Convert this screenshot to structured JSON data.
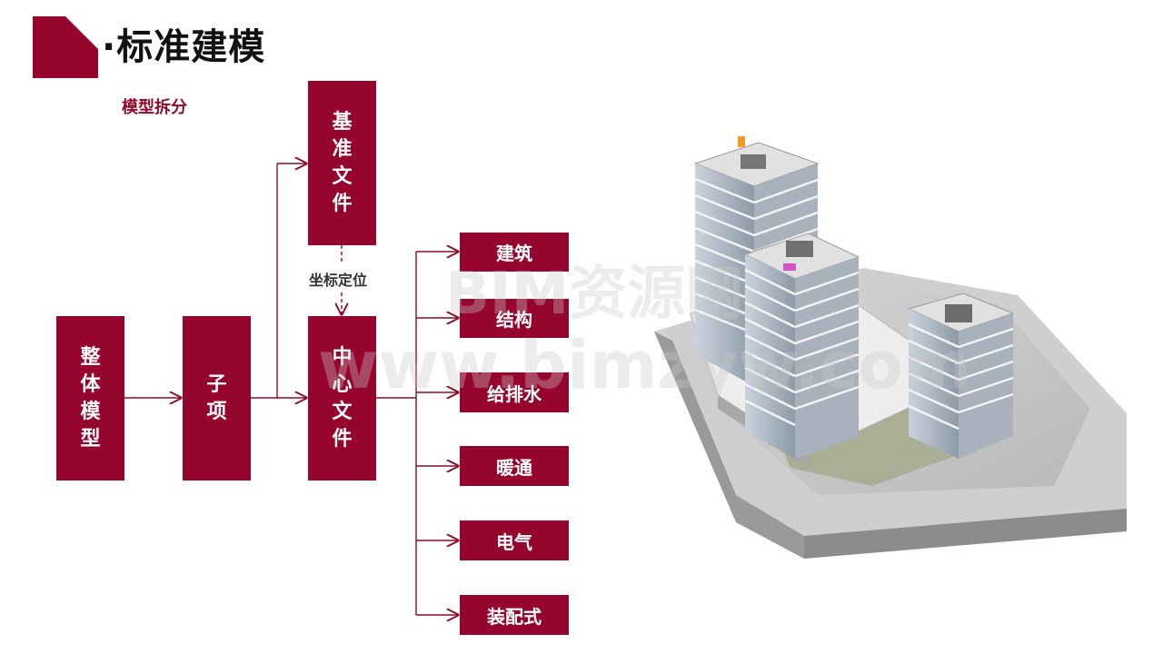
{
  "header": {
    "title": "·标准建模",
    "subtitle": "模型拆分"
  },
  "flow": {
    "whole_model": [
      "整",
      "体",
      "模",
      "型"
    ],
    "subitem": [
      "子",
      "项"
    ],
    "reference_file": [
      "基",
      "准",
      "文",
      "件"
    ],
    "coordinate_label": "坐标定位",
    "center_file": [
      "中",
      "心",
      "文",
      "件"
    ],
    "disciplines": [
      "建筑",
      "结构",
      "给排水",
      "暖通",
      "电气",
      "装配式"
    ]
  },
  "watermark": {
    "line1": "BIM资源网",
    "line2": "www.bimzyw.com"
  },
  "colors": {
    "accent": "#96052e",
    "connector": "#8e0b2b"
  }
}
